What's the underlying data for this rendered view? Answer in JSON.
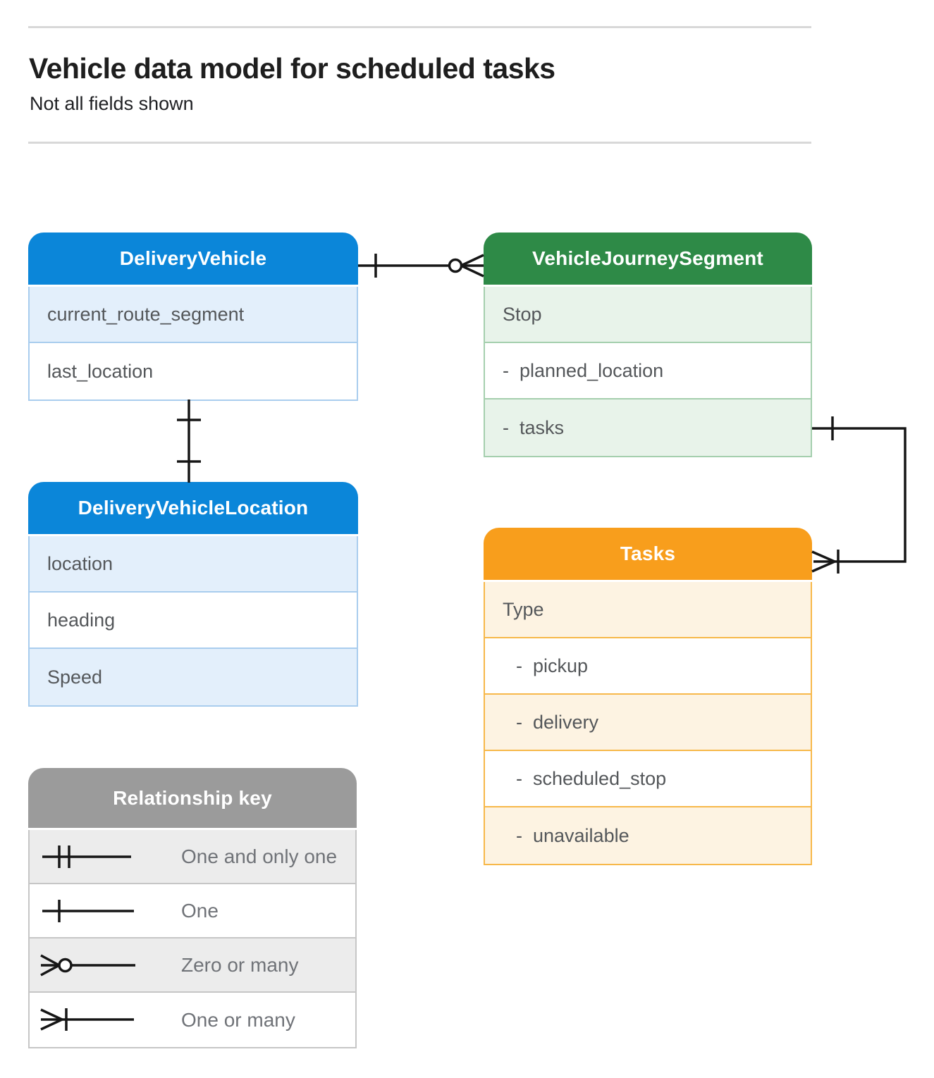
{
  "header": {
    "title": "Vehicle data model for scheduled tasks",
    "subtitle": "Not all fields shown"
  },
  "entities": {
    "delivery_vehicle": {
      "title": "DeliveryVehicle",
      "fields": [
        "current_route_segment",
        "last_location"
      ]
    },
    "vehicle_journey_segment": {
      "title": "VehicleJourneySegment",
      "fields": [
        "Stop",
        "-  planned_location",
        "-  tasks"
      ]
    },
    "delivery_vehicle_location": {
      "title": "DeliveryVehicleLocation",
      "fields": [
        "location",
        "heading",
        "Speed"
      ]
    },
    "tasks": {
      "title": "Tasks",
      "fields": [
        "Type",
        "-  pickup",
        "-  delivery",
        "-  scheduled_stop",
        "-  unavailable"
      ]
    }
  },
  "legend": {
    "title": "Relationship key",
    "items": [
      {
        "symbol": "one-and-only-one",
        "label": "One and only one"
      },
      {
        "symbol": "one",
        "label": "One"
      },
      {
        "symbol": "zero-or-many",
        "label": "Zero or many"
      },
      {
        "symbol": "one-or-many",
        "label": "One or many"
      }
    ]
  },
  "relationships": [
    {
      "from": "DeliveryVehicle",
      "to": "VehicleJourneySegment",
      "from_cardinality": "one",
      "to_cardinality": "zero-or-many"
    },
    {
      "from": "DeliveryVehicle",
      "to": "DeliveryVehicleLocation",
      "from_cardinality": "one",
      "to_cardinality": "one"
    },
    {
      "from": "VehicleJourneySegment.tasks",
      "to": "Tasks",
      "from_cardinality": "one",
      "to_cardinality": "one-or-many"
    }
  ],
  "colors": {
    "blue_header": "#0b86d9",
    "blue_tint": "#e3effb",
    "blue_border": "#a9cdee",
    "green_header": "#2e8a47",
    "green_tint": "#e8f3ea",
    "green_border": "#a5cfae",
    "orange_header": "#f89e1c",
    "orange_tint": "#fdf3e2",
    "orange_border": "#f7b84a",
    "gray_header": "#9b9b9b",
    "gray_tint": "#ececec",
    "gray_border": "#c6c6c6",
    "connector": "#161616",
    "divider": "#d8d8d8",
    "field_text": "#54575a",
    "legend_text": "#707378"
  }
}
